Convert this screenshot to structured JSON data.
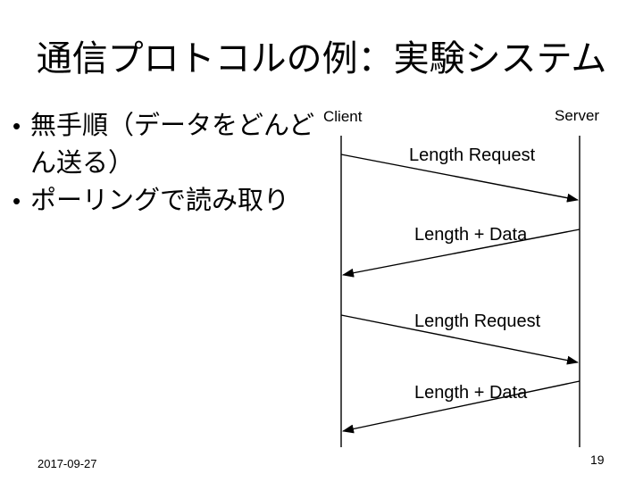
{
  "slide": {
    "title": "通信プロトコルの例：実験システム",
    "bullet_char": "•",
    "bullets": [
      {
        "text": "無手順（データをどんど\nん送る）"
      },
      {
        "text": "ポーリングで読み取り"
      }
    ],
    "footer": {
      "date": "2017-09-27",
      "page_number": "19"
    }
  },
  "diagram": {
    "type": "sequence",
    "participants": [
      {
        "id": "client",
        "label": "Client"
      },
      {
        "id": "server",
        "label": "Server"
      }
    ],
    "messages": [
      {
        "label": "Length Request",
        "from": "client",
        "to": "server"
      },
      {
        "label": "Length + Data",
        "from": "server",
        "to": "client"
      },
      {
        "label": "Length Request",
        "from": "client",
        "to": "server"
      },
      {
        "label": "Length + Data",
        "from": "server",
        "to": "client"
      }
    ]
  },
  "colors": {
    "background": "#ffffff",
    "text": "#000000",
    "line": "#000000"
  }
}
